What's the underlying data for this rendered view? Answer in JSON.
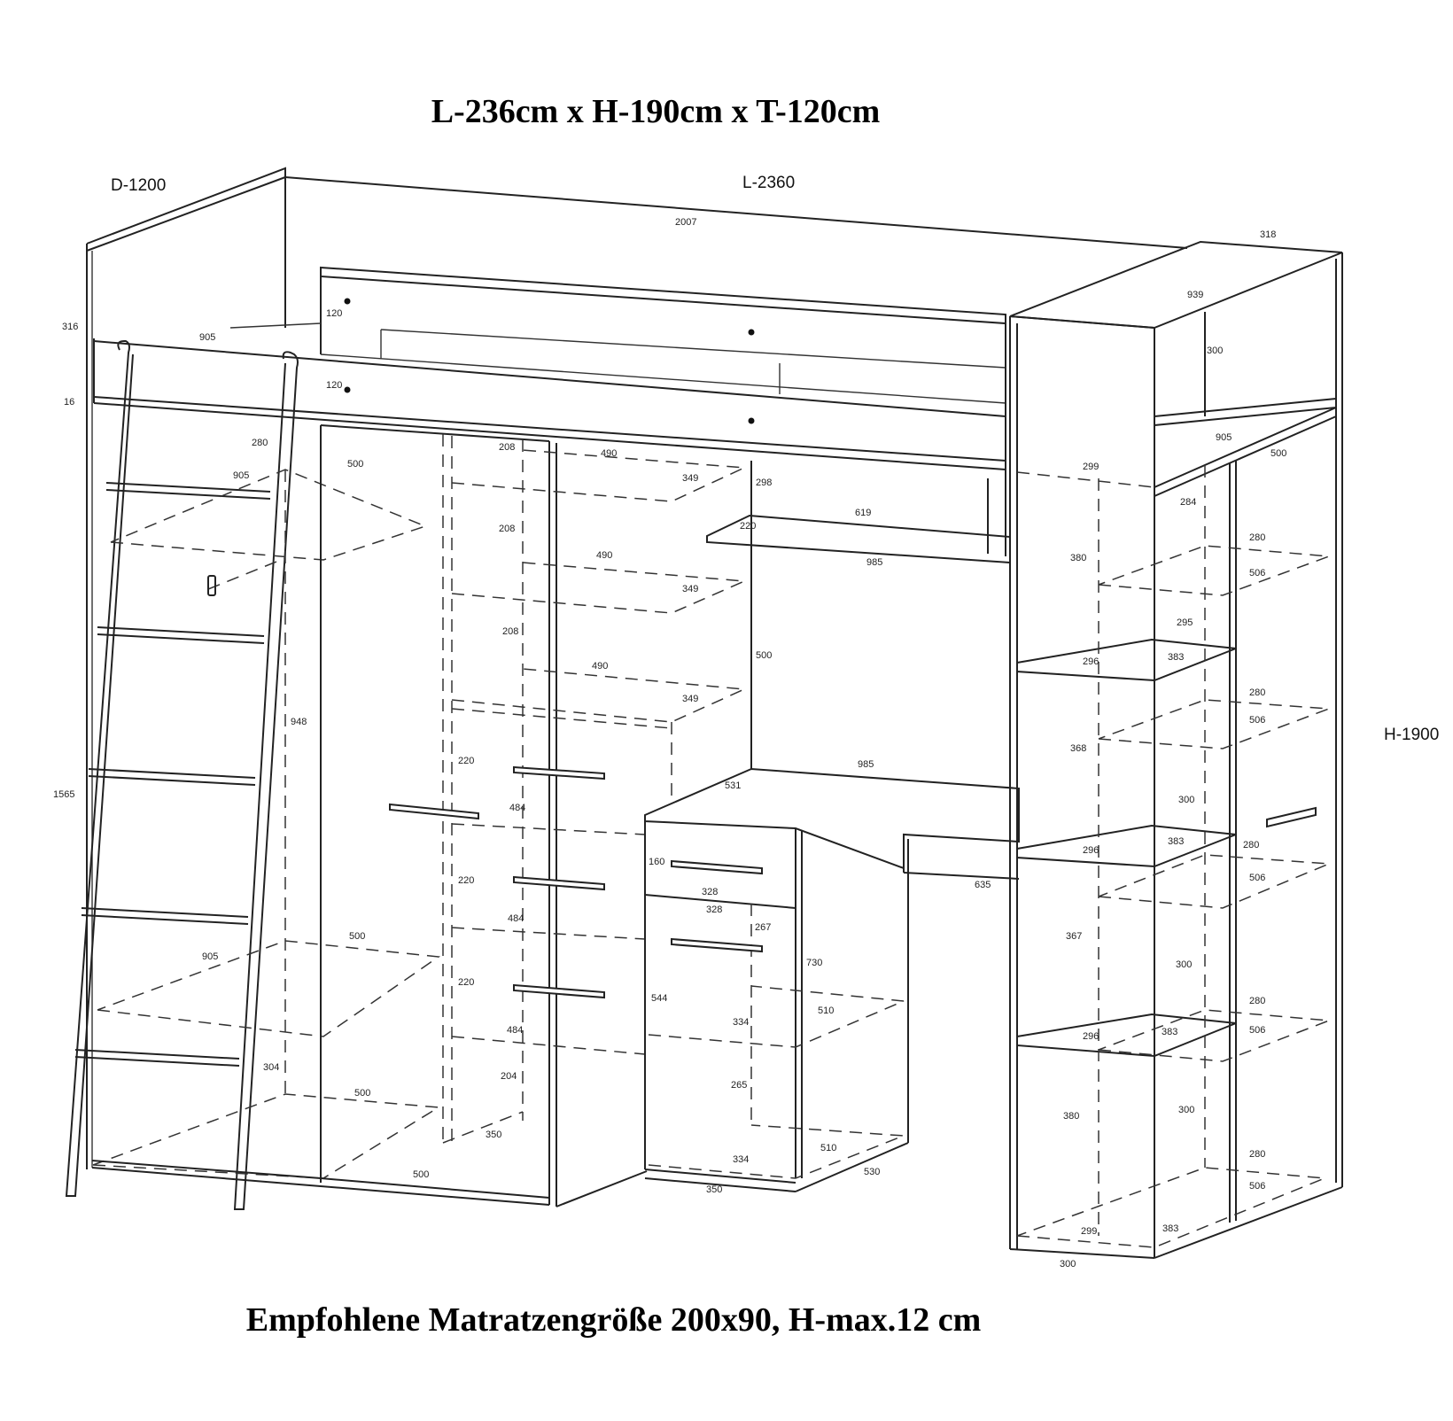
{
  "title": "L-236cm x H-190cm x T-120cm",
  "footer": "Empfohlene Matratzengröße 200x90, H-max.12 cm",
  "overall": {
    "depth": "D-1200",
    "length": "L-2360",
    "height": "H-1900"
  },
  "dims": {
    "d2007": "2007",
    "d318": "318",
    "d939": "939",
    "d316": "316",
    "d905a": "905",
    "d120a": "120",
    "d120b": "120",
    "d16": "16",
    "d280a": "280",
    "d500a": "500",
    "d905b": "905",
    "d208a": "208",
    "d490a": "490",
    "d349a": "349",
    "d298": "298",
    "d619": "619",
    "d220a": "220",
    "d985a": "985",
    "d208b": "208",
    "d490b": "490",
    "d349b": "349",
    "d208c": "208",
    "d490c": "490",
    "d349c": "349",
    "d500b": "500",
    "d948": "948",
    "d1565": "1565",
    "d220b": "220",
    "d484a": "484",
    "d531": "531",
    "d985b": "985",
    "d160": "160",
    "d328a": "328",
    "d328b": "328",
    "d220c": "220",
    "d484b": "484",
    "d267": "267",
    "d635": "635",
    "d500c": "500",
    "d905c": "905",
    "d730": "730",
    "d220d": "220",
    "d544": "544",
    "d334a": "334",
    "d510a": "510",
    "d484c": "484",
    "d304": "304",
    "d204": "204",
    "d265": "265",
    "d500d": "500",
    "d350a": "350",
    "d510b": "510",
    "d334b": "334",
    "d530": "530",
    "d500e": "500",
    "d350b": "350",
    "d300a": "300",
    "d905d": "905",
    "d500f": "500",
    "d299a": "299",
    "d284": "284",
    "d380a": "380",
    "d280b": "280",
    "d506a": "506",
    "d295": "295",
    "d296a": "296",
    "d383a": "383",
    "d280c": "280",
    "d506b": "506",
    "d368": "368",
    "d300b": "300",
    "d296b": "296",
    "d383b": "383",
    "d280d": "280",
    "d506c": "506",
    "d367": "367",
    "d300c": "300",
    "d280e": "280",
    "d296c": "296",
    "d383c": "383",
    "d506d": "506",
    "d380b": "380",
    "d300d": "300",
    "d280f": "280",
    "d506e": "506",
    "d299b": "299",
    "d383d": "383",
    "d300e": "300"
  }
}
